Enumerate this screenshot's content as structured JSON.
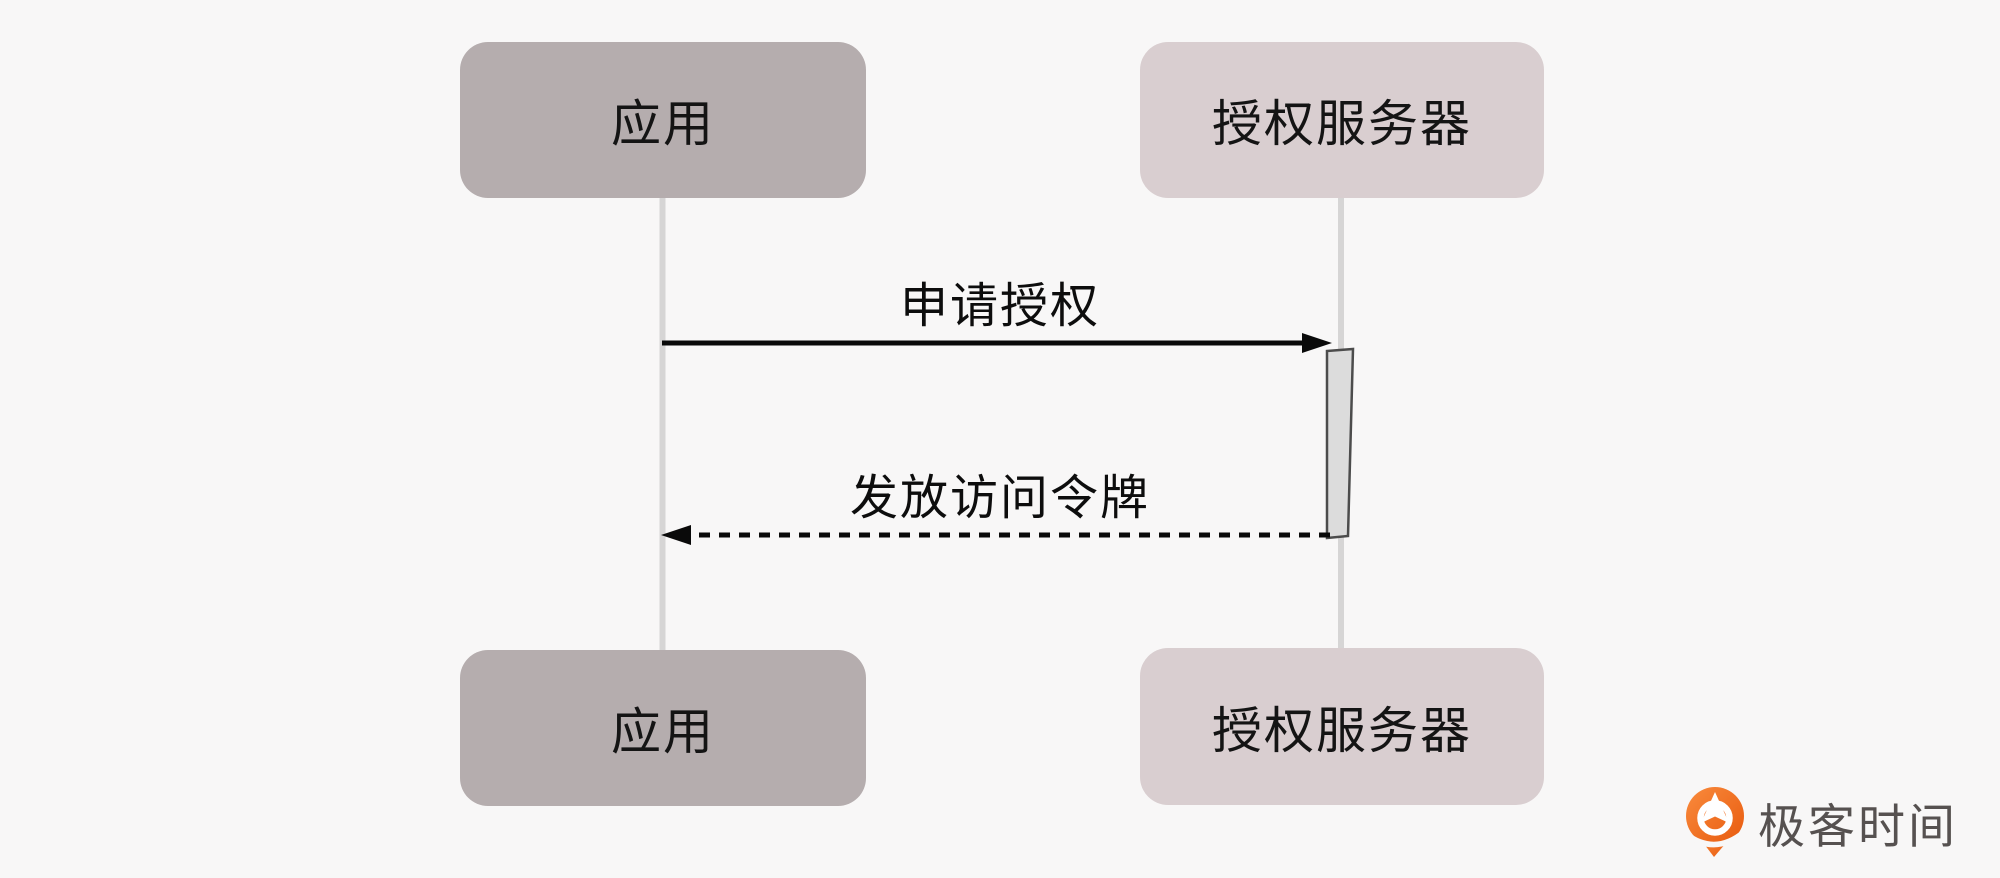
{
  "diagram": {
    "type": "sequence",
    "actors": [
      {
        "id": "app",
        "label": "应用",
        "fill_color": "#b5adae"
      },
      {
        "id": "auth-server",
        "label": "授权服务器",
        "fill_color": "#d9ced0"
      }
    ],
    "messages": [
      {
        "from": "app",
        "to": "auth-server",
        "label": "申请授权",
        "line_style": "solid"
      },
      {
        "from": "auth-server",
        "to": "app",
        "label": "发放访问令牌",
        "line_style": "dashed"
      }
    ],
    "colors": {
      "background": "#f8f7f7",
      "lifeline": "#d6d5d5",
      "arrow": "#0a0a0a",
      "activation_fill": "#dcdcdc",
      "activation_border": "#4c4c4c"
    }
  },
  "branding": {
    "logo_text": "极客时间",
    "logo_text_color": "#565150",
    "logo_icon_color": "#ee5c13"
  }
}
